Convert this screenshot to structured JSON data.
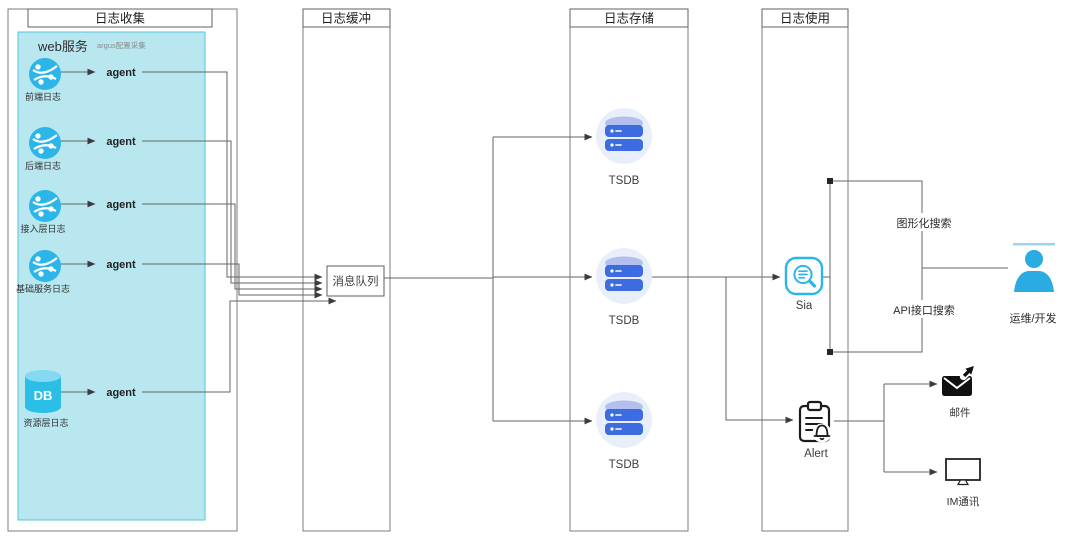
{
  "lanes": [
    {
      "title": "日志收集"
    },
    {
      "title": "日志缓冲"
    },
    {
      "title": "日志存储"
    },
    {
      "title": "日志使用"
    }
  ],
  "collection": {
    "group_title": "web服务",
    "group_subtitle": "argus配置采集",
    "sources": [
      {
        "label": "前端日志",
        "agent_label": "agent",
        "icon": "globe-icon"
      },
      {
        "label": "后端日志",
        "agent_label": "agent",
        "icon": "globe-icon"
      },
      {
        "label": "接入层日志",
        "agent_label": "agent",
        "icon": "globe-icon"
      },
      {
        "label": "基础服务日志",
        "agent_label": "agent",
        "icon": "globe-icon"
      },
      {
        "label": "资源层日志",
        "agent_label": "agent",
        "icon": "db-cylinder-icon",
        "icon_text": "DB"
      }
    ]
  },
  "buffer": {
    "queue_label": "消息队列"
  },
  "storage": {
    "nodes": [
      {
        "label": "TSDB"
      },
      {
        "label": "TSDB"
      },
      {
        "label": "TSDB"
      }
    ]
  },
  "usage": {
    "sia": {
      "label": "Sia"
    },
    "alert": {
      "label": "Alert"
    },
    "search_paths": [
      {
        "label": "图形化搜索"
      },
      {
        "label": "API接口搜索"
      }
    ],
    "user": {
      "label": "运维/开发"
    },
    "channels": [
      {
        "label": "邮件"
      },
      {
        "label": "IM通讯"
      }
    ]
  },
  "colors": {
    "accent_cyan": "#2bb5e8",
    "panel_cyan": "#b8e7f0",
    "panel_border": "#55c6dd",
    "tsdb_blue": "#3d6ce0",
    "tsdb_halo": "#e9eefb",
    "line_gray": "#666666",
    "icon_black": "#1c1c1c",
    "user_blue": "#2aabe2",
    "sia_cyan": "#29b6ea"
  }
}
